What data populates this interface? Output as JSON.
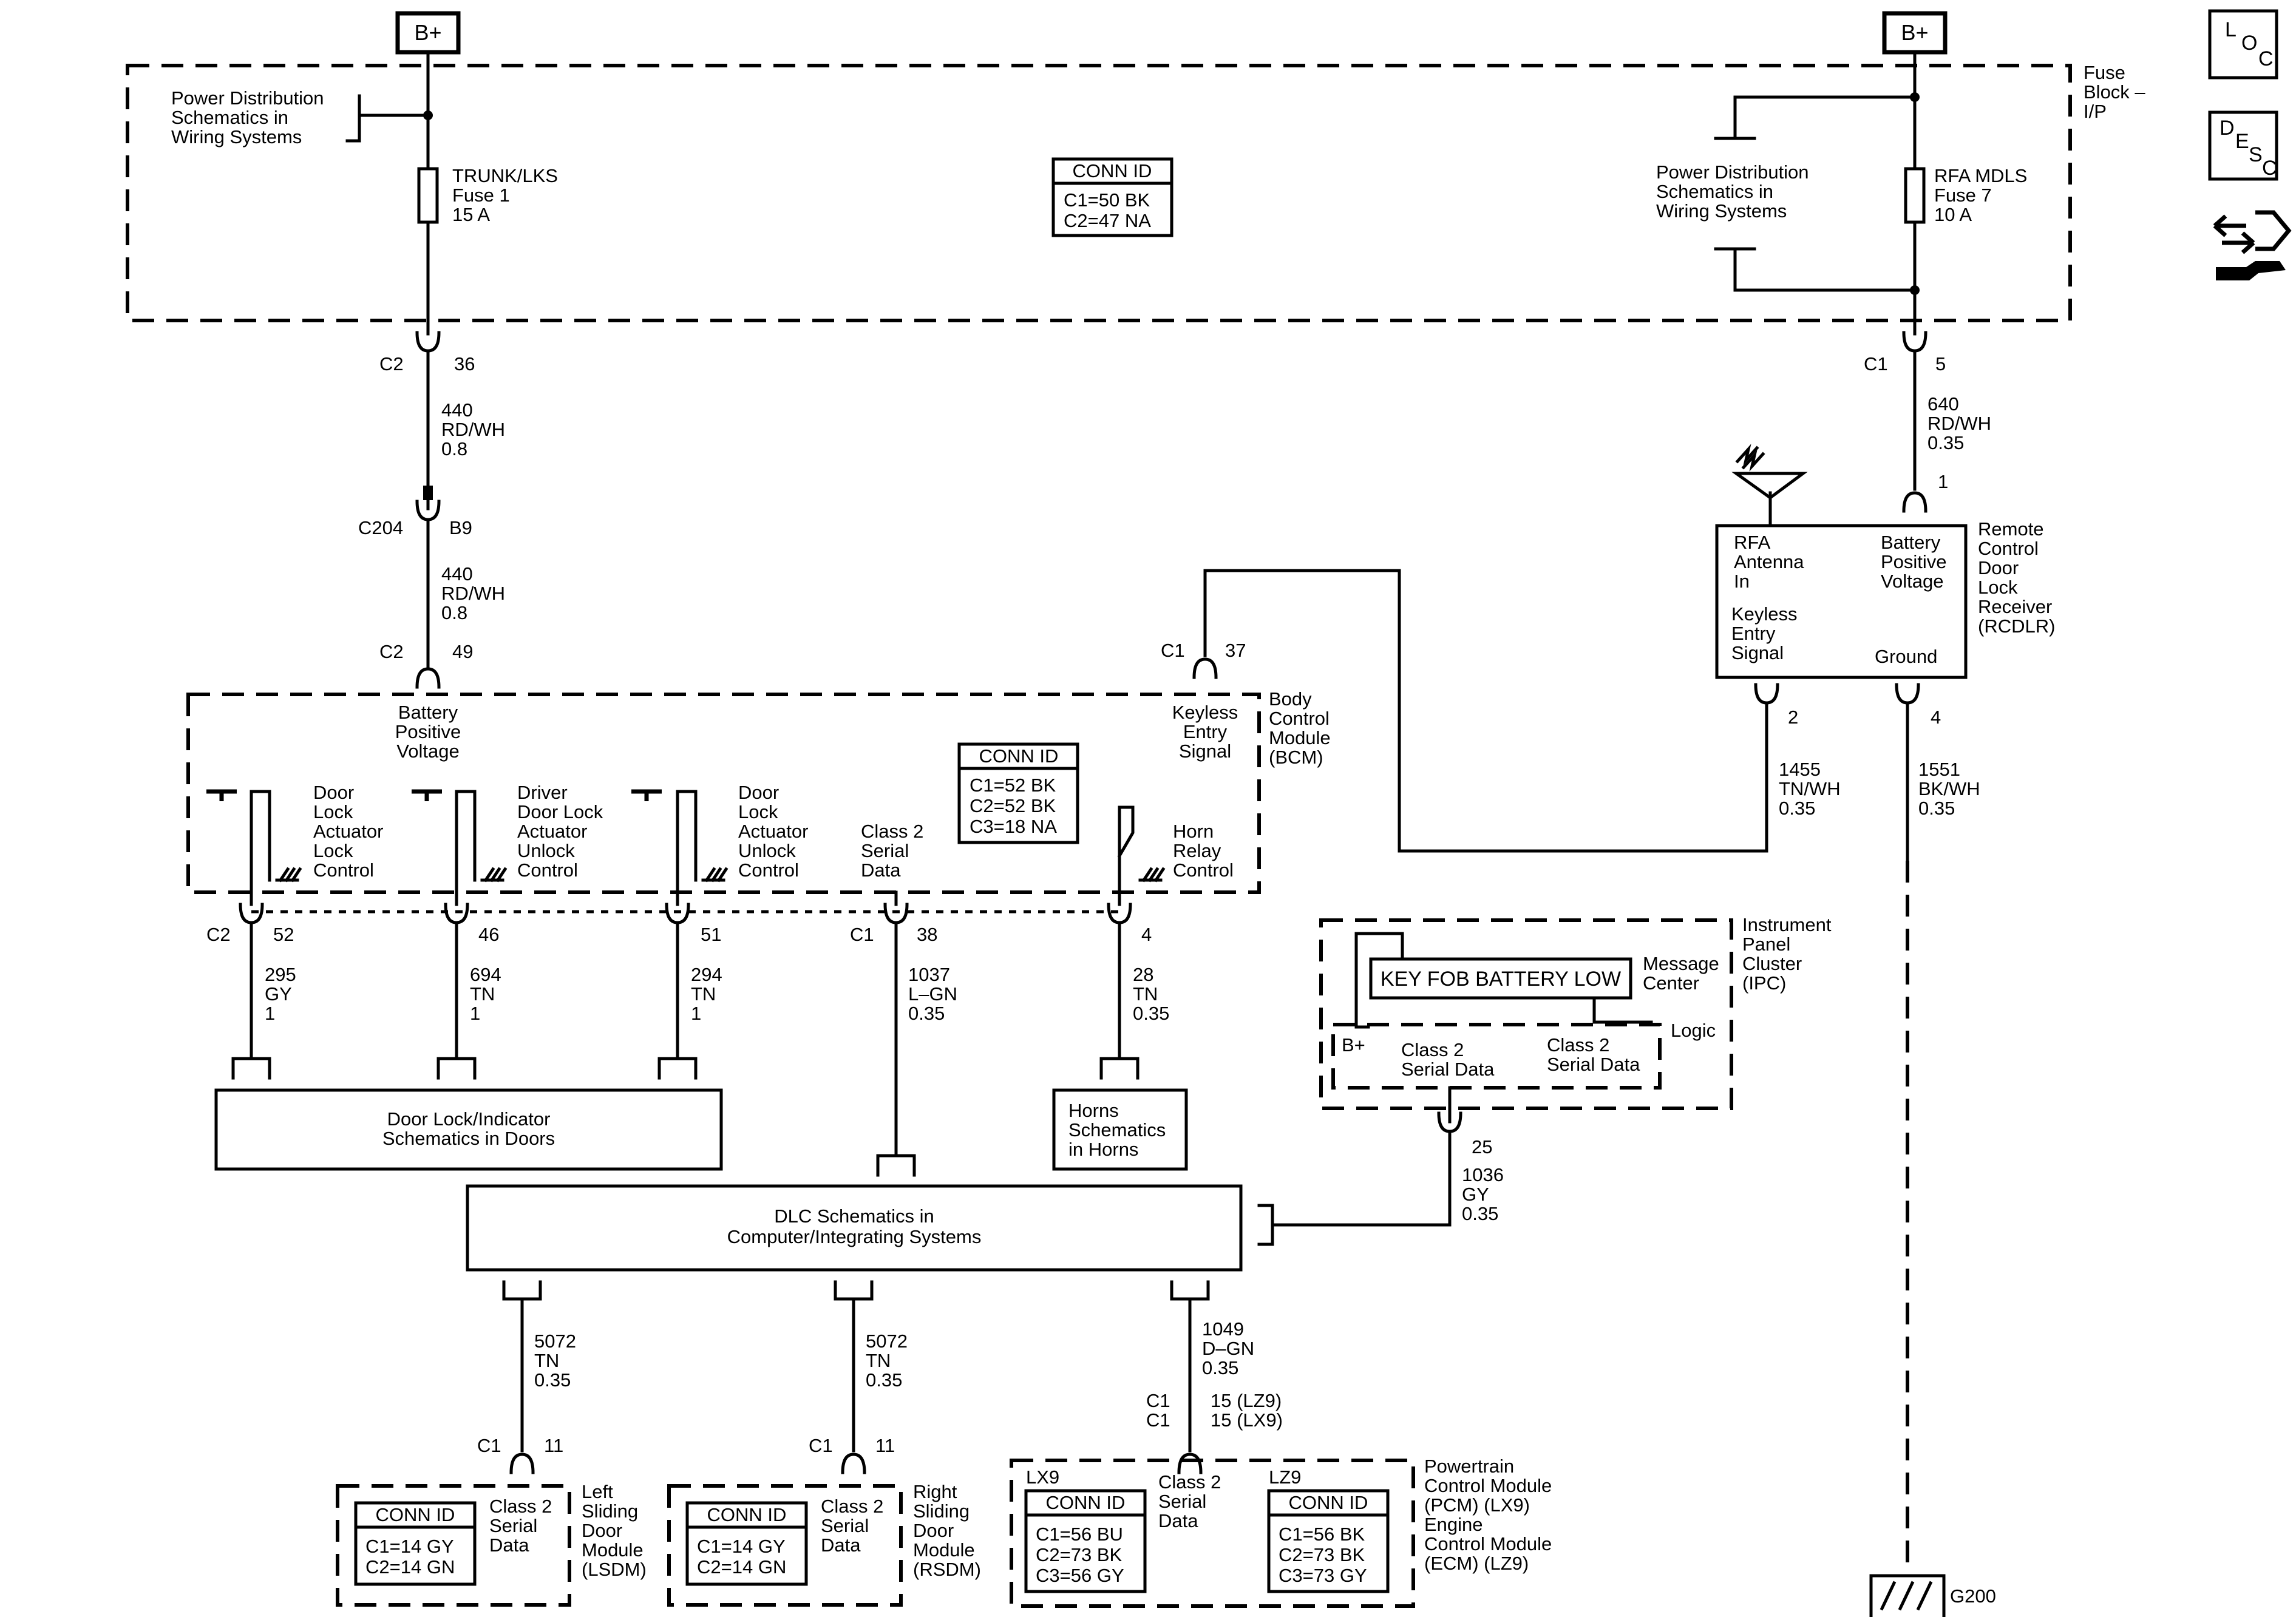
{
  "header": {
    "b_plus_left": "B+",
    "b_plus_right": "B+"
  },
  "nav_icons": {
    "loc_icon": "LOC",
    "desc_icon": "DESC",
    "connector_icon": "connector-tool-icon"
  },
  "fuse_block": {
    "label": [
      "Fuse",
      "Block –",
      "I/P"
    ],
    "power_dist_left": [
      "Power Distribution",
      "Schematics in",
      "Wiring Systems"
    ],
    "power_dist_right": [
      "Power Distribution",
      "Schematics in",
      "Wiring Systems"
    ],
    "fuse_left": [
      "TRUNK/LKS",
      "Fuse 1",
      "15 A"
    ],
    "fuse_right": [
      "RFA MDLS",
      "Fuse 7",
      "10 A"
    ],
    "conn_id": {
      "title": "CONN ID",
      "lines": [
        "C1=50 BK",
        "C2=47 NA"
      ]
    }
  },
  "wires": {
    "c2_36": {
      "conn": "C2",
      "pin": "36"
    },
    "w440a": [
      "440",
      "RD/WH",
      "0.8"
    ],
    "c204": {
      "conn": "C204",
      "pin": "B9"
    },
    "w440b": [
      "440",
      "RD/WH",
      "0.8"
    ],
    "c2_49": {
      "conn": "C2",
      "pin": "49"
    },
    "c1_5": {
      "conn": "C1",
      "pin": "5"
    },
    "w640": [
      "640",
      "RD/WH",
      "0.35"
    ],
    "rcdlr_pin1": "1",
    "c1_37": {
      "conn": "C1",
      "pin": "37"
    },
    "rcdlr_pin2": "2",
    "rcdlr_pin4": "4",
    "w1455": [
      "1455",
      "TN/WH",
      "0.35"
    ],
    "w1551": [
      "1551",
      "BK/WH",
      "0.35"
    ],
    "c2_52": {
      "conn": "C2",
      "pin": "52"
    },
    "pin46": "46",
    "pin51": "51",
    "c1_38": {
      "conn": "C1",
      "pin": "38"
    },
    "pin4": "4",
    "w295": [
      "295",
      "GY",
      "1"
    ],
    "w694": [
      "694",
      "TN",
      "1"
    ],
    "w294": [
      "294",
      "TN",
      "1"
    ],
    "w1037": [
      "1037",
      "L–GN",
      "0.35"
    ],
    "w28": [
      "28",
      "TN",
      "0.35"
    ],
    "ipc_pin25": "25",
    "w1036": [
      "1036",
      "GY",
      "0.35"
    ],
    "w5072a": [
      "5072",
      "TN",
      "0.35"
    ],
    "w5072b": [
      "5072",
      "TN",
      "0.35"
    ],
    "w1049": [
      "1049",
      "D–GN",
      "0.35"
    ],
    "lsdm_c1": {
      "conn": "C1",
      "pin": "11"
    },
    "rsdm_c1": {
      "conn": "C1",
      "pin": "11"
    },
    "pcm_c1": {
      "conn": [
        "C1",
        "C1"
      ],
      "pin": [
        "15 (LZ9)",
        "15 (LX9)"
      ]
    }
  },
  "rcdlr": {
    "label": [
      "Remote",
      "Control",
      "Door",
      "Lock",
      "Receiver",
      "(RCDLR)"
    ],
    "antenna": [
      "RFA",
      "Antenna",
      "In"
    ],
    "battery": [
      "Battery",
      "Positive",
      "Voltage"
    ],
    "keyless": [
      "Keyless",
      "Entry",
      "Signal"
    ],
    "ground": "Ground"
  },
  "bcm": {
    "label": [
      "Body",
      "Control",
      "Module",
      "(BCM)"
    ],
    "battery": [
      "Battery",
      "Positive",
      "Voltage"
    ],
    "keyless": [
      "Keyless",
      "Entry",
      "Signal"
    ],
    "lock": [
      "Door",
      "Lock",
      "Actuator",
      "Lock",
      "Control"
    ],
    "driver_unlock": [
      "Driver",
      "Door Lock",
      "Actuator",
      "Unlock",
      "Control"
    ],
    "unlock": [
      "Door",
      "Lock",
      "Actuator",
      "Unlock",
      "Control"
    ],
    "class2": [
      "Class 2",
      "Serial",
      "Data"
    ],
    "horn": [
      "Horn",
      "Relay",
      "Control"
    ],
    "conn_id": {
      "title": "CONN ID",
      "lines": [
        "C1=52 BK",
        "C2=52 BK",
        "C3=18 NA"
      ]
    }
  },
  "ipc": {
    "label": [
      "Instrument",
      "Panel",
      "Cluster",
      "(IPC)"
    ],
    "message": "KEY FOB BATTERY LOW",
    "message_center": [
      "Message",
      "Center"
    ],
    "logic": "Logic",
    "bplus": "B+",
    "class2a": [
      "Class 2",
      "Serial Data"
    ],
    "class2b": [
      "Class 2",
      "Serial Data"
    ]
  },
  "door_lock_box": [
    "Door Lock/Indicator",
    "Schematics in Doors"
  ],
  "horns_box": [
    "Horns",
    "Schematics",
    "in Horns"
  ],
  "dlc_box": [
    "DLC Schematics in",
    "Computer/Integrating Systems"
  ],
  "lsdm": {
    "label": [
      "Left",
      "Sliding",
      "Door",
      "Module",
      "(LSDM)"
    ],
    "class2": [
      "Class 2",
      "Serial",
      "Data"
    ],
    "conn_id": {
      "title": "CONN ID",
      "lines": [
        "C1=14 GY",
        "C2=14 GN"
      ]
    }
  },
  "rsdm": {
    "label": [
      "Right",
      "Sliding",
      "Door",
      "Module",
      "(RSDM)"
    ],
    "class2": [
      "Class 2",
      "Serial",
      "Data"
    ],
    "conn_id": {
      "title": "CONN ID",
      "lines": [
        "C1=14 GY",
        "C2=14 GN"
      ]
    }
  },
  "pcm": {
    "label": [
      "Powertrain",
      "Control Module",
      "(PCM) (LX9)",
      "Engine",
      "Control Module",
      "(ECM) (LZ9)"
    ],
    "lx9": "LX9",
    "lz9": "LZ9",
    "class2": [
      "Class 2",
      "Serial",
      "Data"
    ],
    "conn_lx9": {
      "title": "CONN ID",
      "lines": [
        "C1=56 BU",
        "C2=73 BK",
        "C3=56 GY"
      ]
    },
    "conn_lz9": {
      "title": "CONN ID",
      "lines": [
        "C1=56 BK",
        "C2=73 BK",
        "C3=73 GY"
      ]
    }
  },
  "ground": "G200"
}
